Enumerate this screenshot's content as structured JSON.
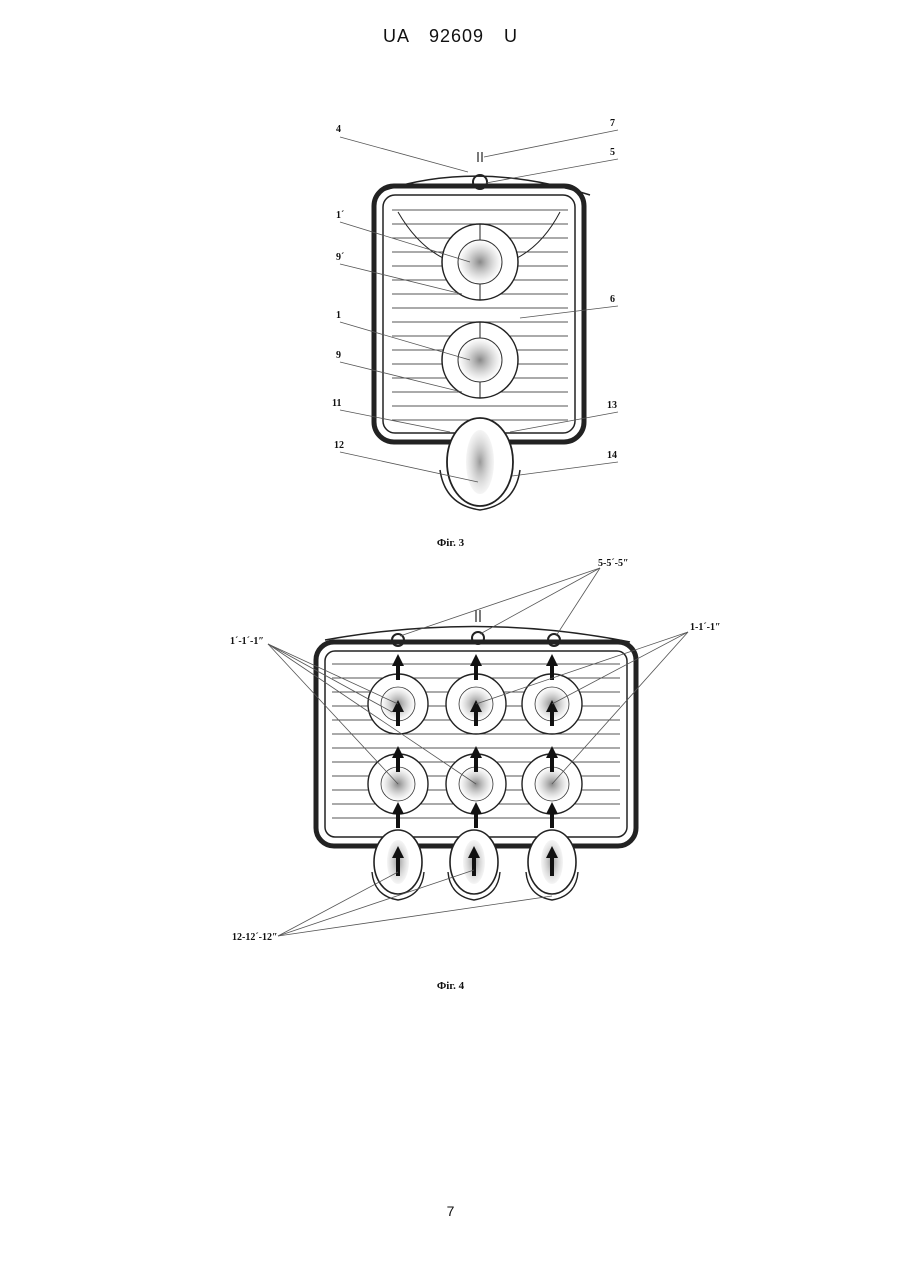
{
  "header": {
    "text": "UA   92609   U"
  },
  "figure3": {
    "caption": "Фіг. 3",
    "labels": [
      "4",
      "7",
      "5",
      "1´",
      "9´",
      "6",
      "1",
      "9",
      "11",
      "13",
      "12",
      "14"
    ]
  },
  "figure4": {
    "caption": "Фіг. 4",
    "labels": [
      "5-5´-5″",
      "1-1´-1″",
      "1´-1´-1″",
      "12-12´-12″"
    ]
  },
  "page_number": "7"
}
